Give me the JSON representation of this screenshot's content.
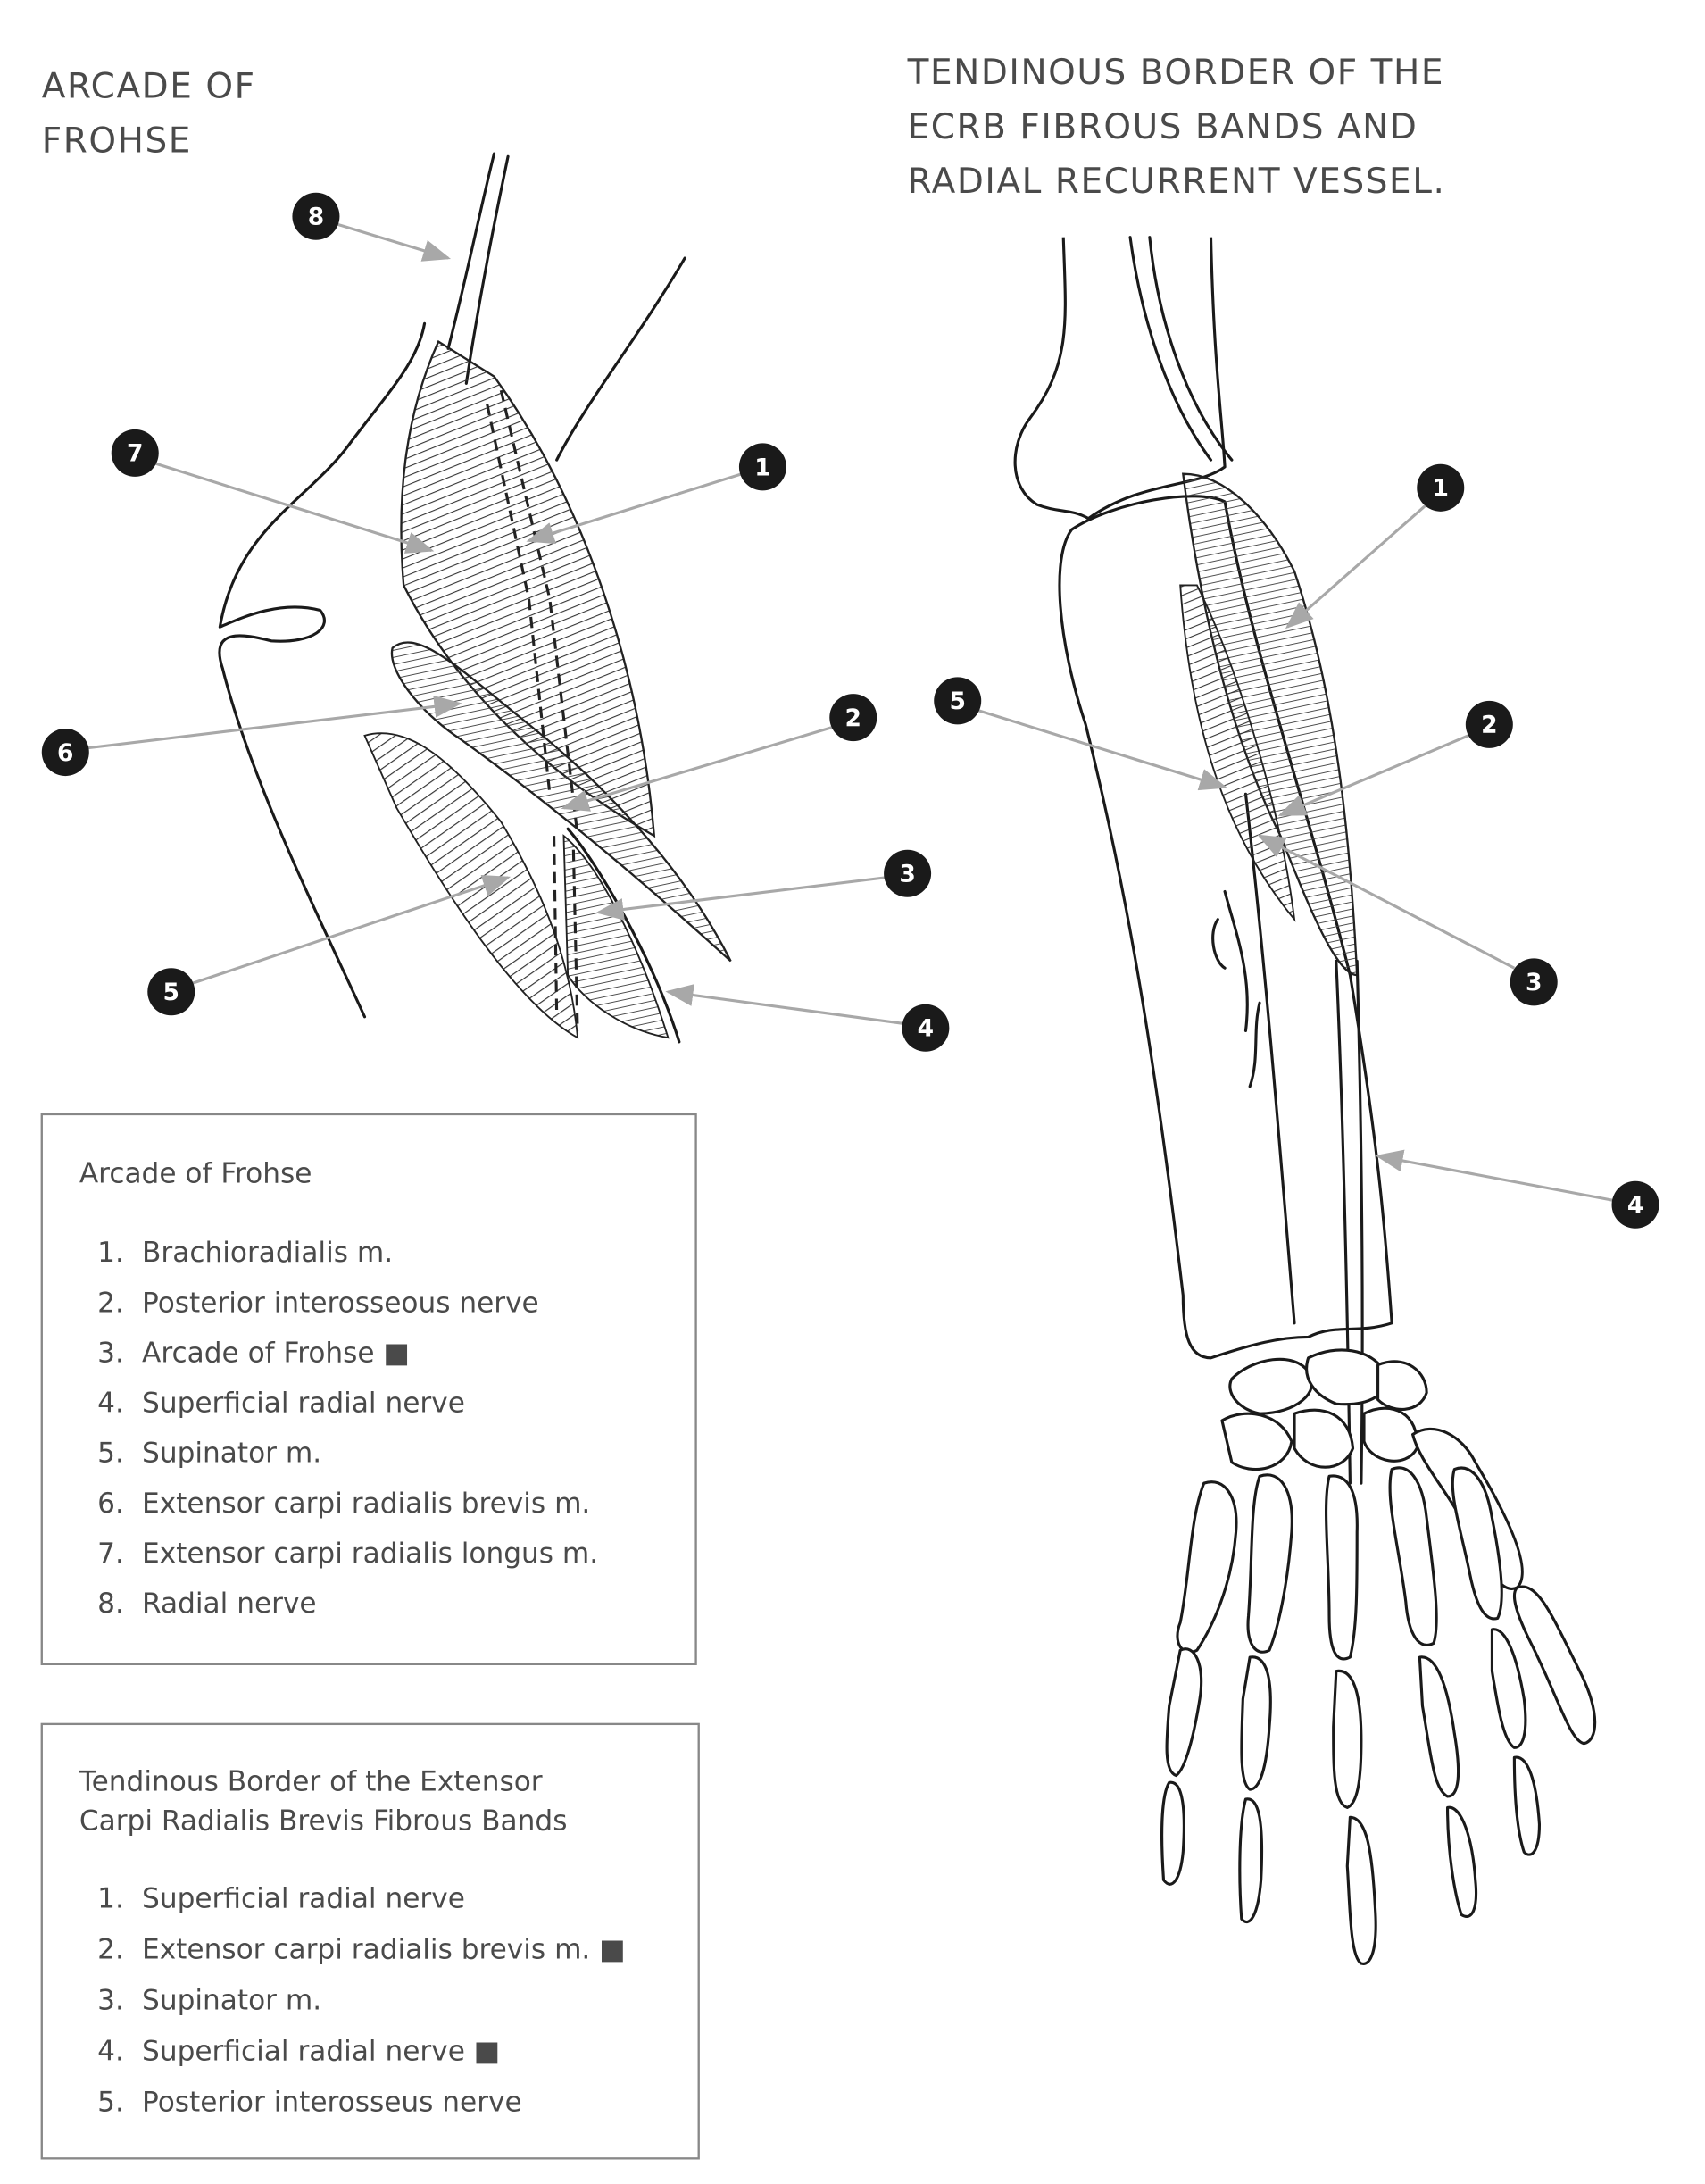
{
  "left_figure": {
    "title_lines": [
      "ARCADE OF",
      "FROHSE"
    ],
    "markers": [
      "8",
      "7",
      "1",
      "6",
      "2",
      "3",
      "5",
      "4"
    ]
  },
  "right_figure": {
    "title_lines": [
      "TENDINOUS BORDER OF THE",
      "ECRB FIBROUS BANDS AND",
      "RADIAL RECURRENT VESSEL."
    ],
    "markers": [
      "1",
      "5",
      "2",
      "3",
      "4"
    ]
  },
  "legend_arcade": {
    "title": "Arcade of Frohse",
    "items": [
      {
        "num": "1.",
        "label": "Brachioradialis m."
      },
      {
        "num": "2.",
        "label": "Posterior interosseous nerve"
      },
      {
        "num": "3.",
        "label": "Arcade of Frohse ■"
      },
      {
        "num": "4.",
        "label": "Superficial radial nerve"
      },
      {
        "num": "5.",
        "label": "Supinator m."
      },
      {
        "num": "6.",
        "label": "Extensor carpi radialis brevis m."
      },
      {
        "num": "7.",
        "label": "Extensor carpi radialis longus m."
      },
      {
        "num": "8.",
        "label": "Radial nerve"
      }
    ]
  },
  "legend_ecrb": {
    "title_lines": [
      "Tendinous Border of the Extensor",
      "Carpi Radialis Brevis Fibrous Bands"
    ],
    "items": [
      {
        "num": "1.",
        "label": "Superficial radial nerve"
      },
      {
        "num": "2.",
        "label": "Extensor carpi radialis brevis m. ■"
      },
      {
        "num": "3.",
        "label": "Supinator m."
      },
      {
        "num": "4.",
        "label": "Superficial radial nerve ■"
      },
      {
        "num": "5.",
        "label": "Posterior interosseus nerve"
      }
    ]
  },
  "colors": {
    "marker": "#1a1a1a",
    "arrow": "#a8a8a8",
    "text": "#4a4a4a"
  }
}
